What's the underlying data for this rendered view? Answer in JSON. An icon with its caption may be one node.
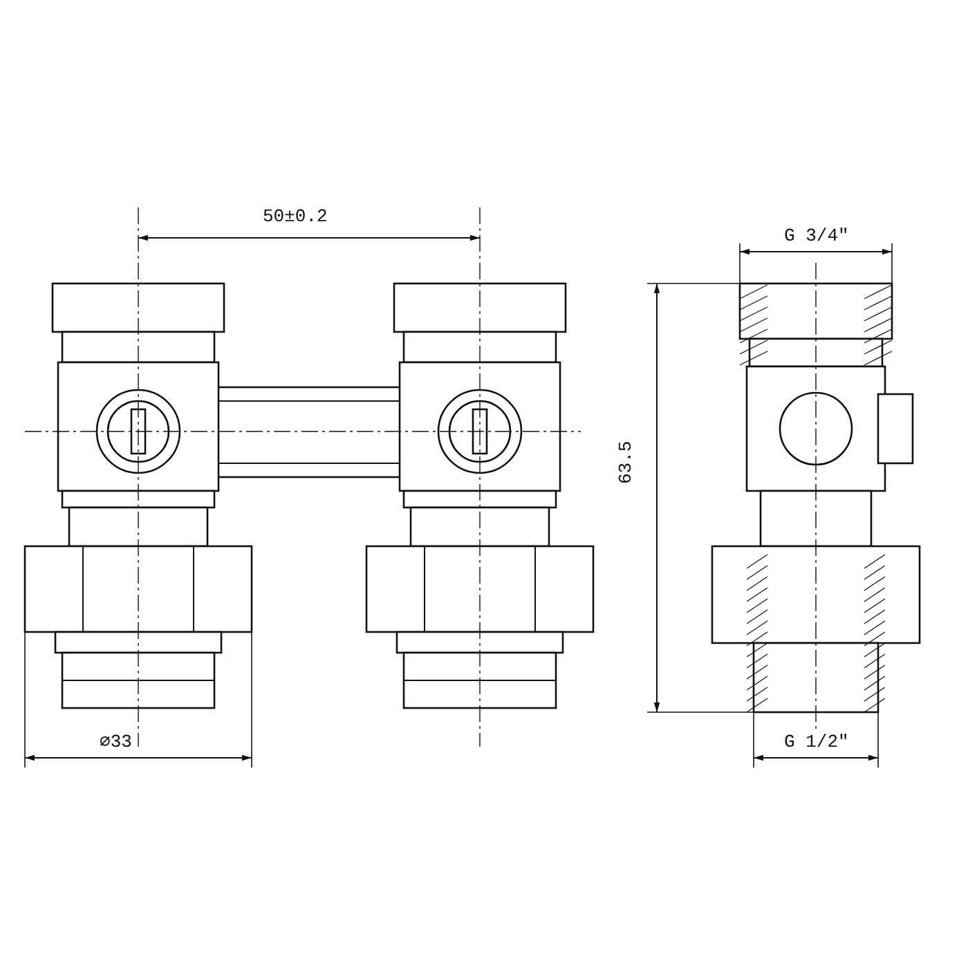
{
  "diagram": {
    "labels": [
      "50±0.2",
      "G 3/4″",
      "63.5",
      "⌀33",
      "G 1/2″"
    ]
  }
}
